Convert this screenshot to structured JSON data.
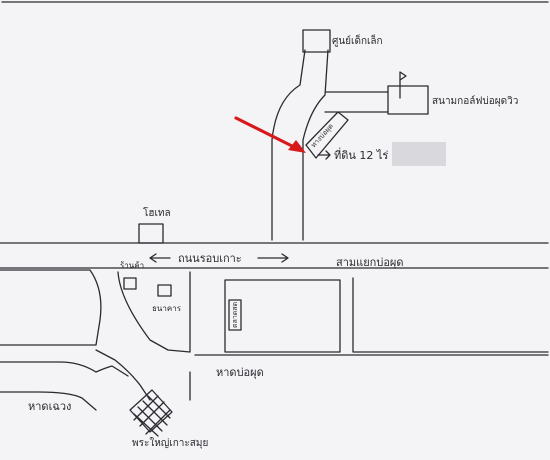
{
  "map": {
    "labels": {
      "top_building": "ศูนย์เด็กเล็ก",
      "golf_course": "สนามกอล์ฟบ่อผุดวิว",
      "top_road": "ทางบ่อผุด",
      "land_plot": "ที่ดิน 12 ไร่",
      "hotel": "โฮเทล",
      "ring_road": "ถนนรอบเกาะ",
      "bophut_junction": "สามแยกบ่อผุด",
      "bank": "ธนาคาร",
      "market": "ตลาดสด",
      "small_building": "ร้านค้า",
      "chaweng_beach": "หาดเฉวง",
      "bophut_beach": "หาดบ่อผุด",
      "temple": "พระใหญ่เกาะสมุย"
    },
    "redacted_box_color": "#d9d9dd",
    "arrow_color": "#d7191c",
    "paper_color": "#f4f4f6",
    "ink_color": "#2a2a30"
  }
}
